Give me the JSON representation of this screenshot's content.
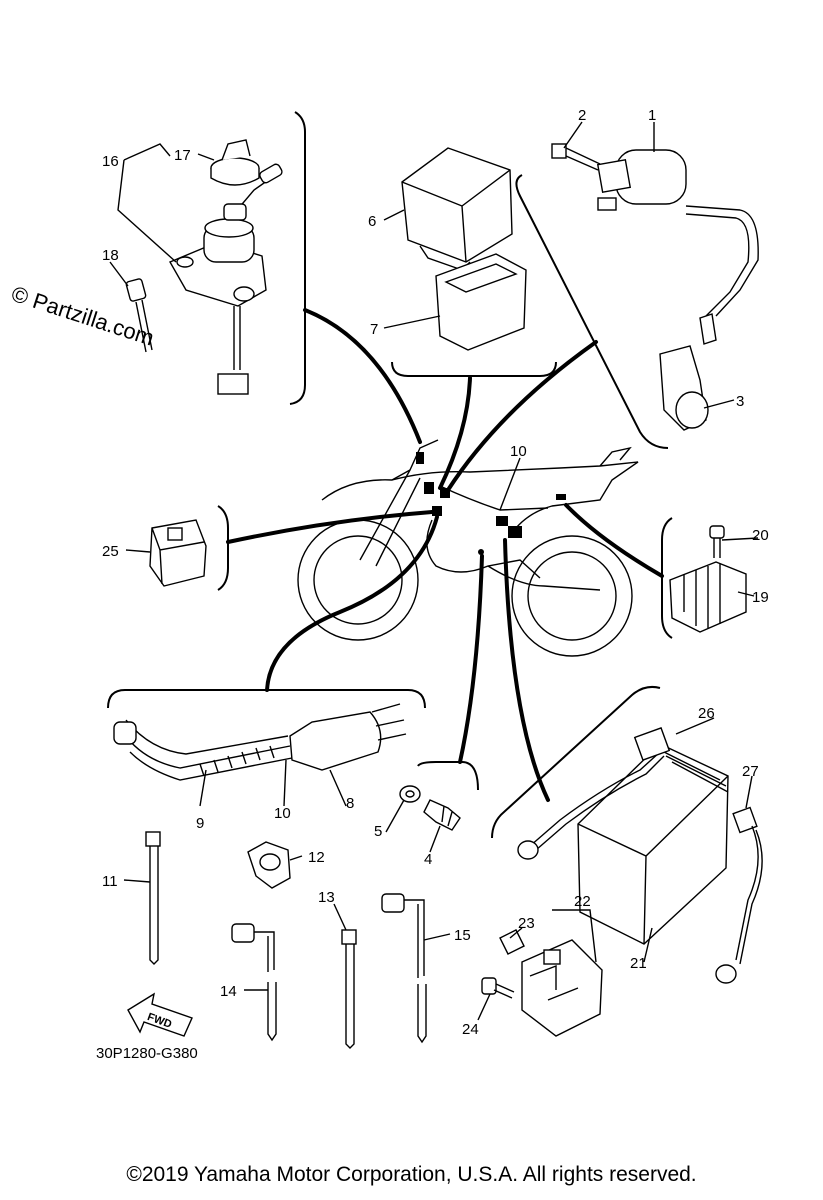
{
  "watermark": "© Partzilla.com",
  "diagram_code": "30P1280-G380",
  "fwd_label": "FWD",
  "copyright": "©2019 Yamaha Motor Corporation, U.S.A. All rights reserved.",
  "callouts": {
    "p1": "1",
    "p2": "2",
    "p3": "3",
    "p4": "4",
    "p5": "5",
    "p6": "6",
    "p7": "7",
    "p8": "8",
    "p9": "9",
    "p10a": "10",
    "p10b": "10",
    "p11": "11",
    "p12": "12",
    "p13": "13",
    "p14": "14",
    "p15": "15",
    "p16": "16",
    "p17": "17",
    "p18": "18",
    "p19": "19",
    "p20": "20",
    "p21": "21",
    "p22": "22",
    "p23": "23",
    "p24": "24",
    "p25": "25",
    "p26": "26",
    "p27": "27"
  }
}
